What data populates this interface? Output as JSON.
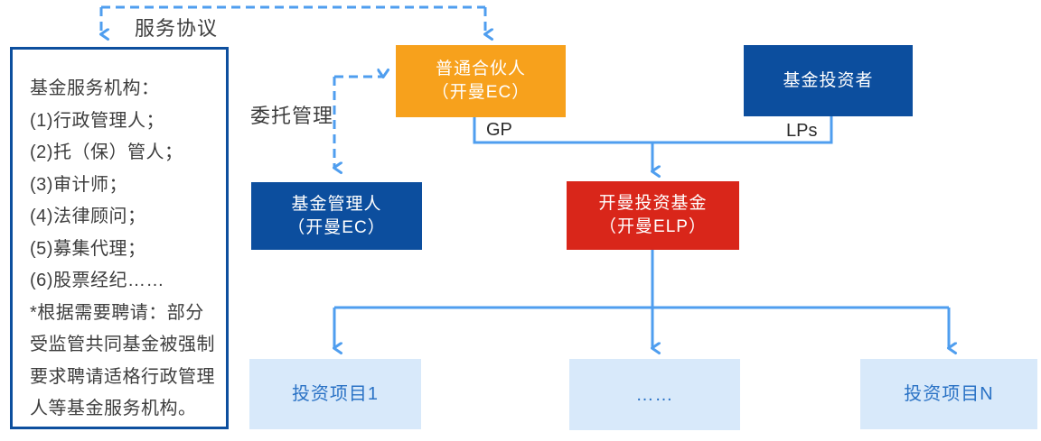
{
  "palette": {
    "connector_blue": "#4f9eef",
    "dark_blue": "#0c4e9e",
    "orange": "#f7a11c",
    "red": "#d9261a",
    "light_blue_fill": "#d8e9fa",
    "light_blue_text": "#2a72c5",
    "border_blue": "#0d4f9e",
    "text_dark": "#3d3d3d"
  },
  "labels": {
    "service_agreement": "服务协议",
    "entrusted_management": "委托管理",
    "gp": "GP",
    "lps": "LPs"
  },
  "service_box": {
    "lines": [
      "基金服务机构：",
      "(1)行政管理人；",
      "(2)托（保）管人；",
      "(3)审计师；",
      "(4)法律顾问；",
      "(5)募集代理；",
      "(6)股票经纪……",
      "*根据需要聘请：部分",
      "受监管共同基金被强制",
      "要求聘请适格行政管理",
      "人等基金服务机构。"
    ]
  },
  "nodes": {
    "general_partner": {
      "line1": "普通合伙人",
      "line2": "（开曼EC）"
    },
    "fund_investors": {
      "line1": "基金投资者"
    },
    "fund_manager": {
      "line1": "基金管理人",
      "line2": "（开曼EC）"
    },
    "cayman_fund": {
      "line1": "开曼投资基金",
      "line2": "（开曼ELP）"
    },
    "projects": [
      {
        "label": "投资项目1"
      },
      {
        "label": "……"
      },
      {
        "label": "投资项目N"
      }
    ]
  }
}
